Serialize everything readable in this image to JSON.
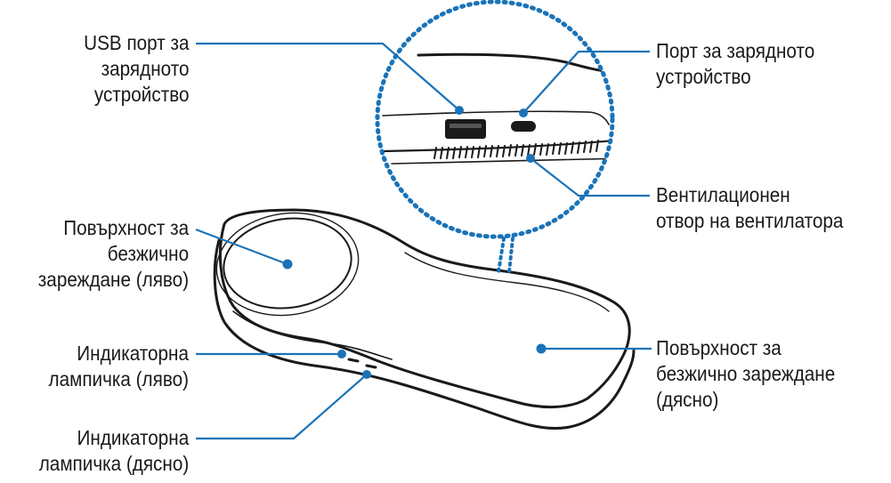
{
  "labels": {
    "usb_port": [
      "USB порт за",
      "зарядното",
      "устройство"
    ],
    "charger_port": [
      "Порт за зарядното",
      "устройство"
    ],
    "fan_vent": [
      "Вентилационен",
      "отвор на вентилатора"
    ],
    "pad_left": [
      "Повърхност за",
      "безжично",
      "зареждане (ляво)"
    ],
    "led_left": [
      "Индикаторна",
      "лампичка (ляво)"
    ],
    "led_right": [
      "Индикаторна",
      "лампичка (дясно)"
    ],
    "pad_right": [
      "Повърхност за",
      "безжично зареждане",
      "(дясно)"
    ]
  },
  "colors": {
    "callout": "#1a73b8",
    "outline": "#1a1a1a",
    "text": "#1a1a1a"
  }
}
